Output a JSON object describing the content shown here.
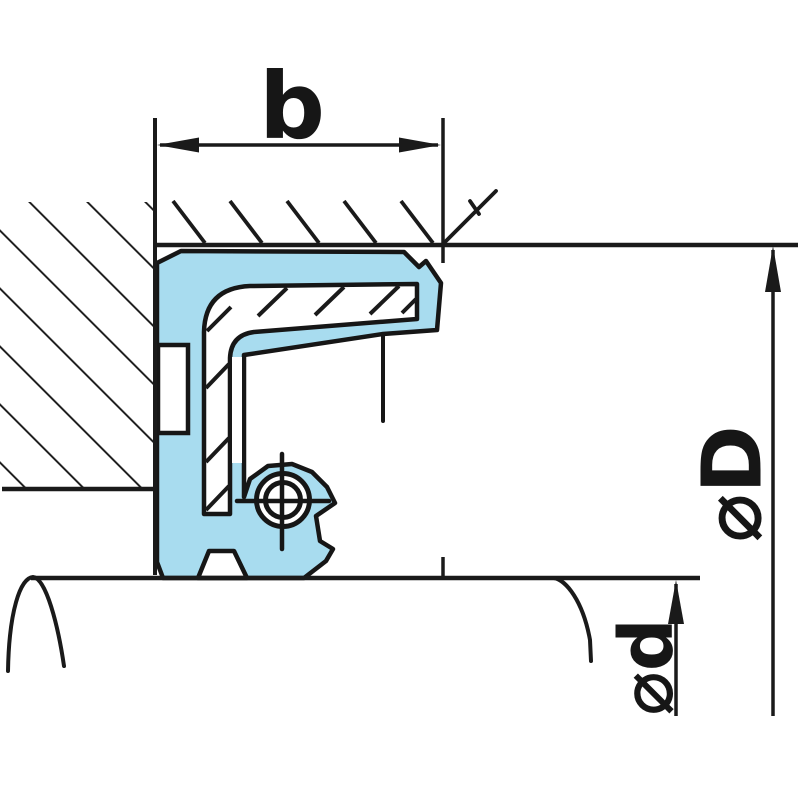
{
  "diagram": {
    "labels": {
      "width": "b",
      "outer_diameter": "⌀D",
      "inner_diameter": "⌀d"
    },
    "colors": {
      "seal_rubber_fill": "#A8DCEF",
      "outline": "#1A1A1A",
      "background": "#FFFFFF"
    }
  }
}
